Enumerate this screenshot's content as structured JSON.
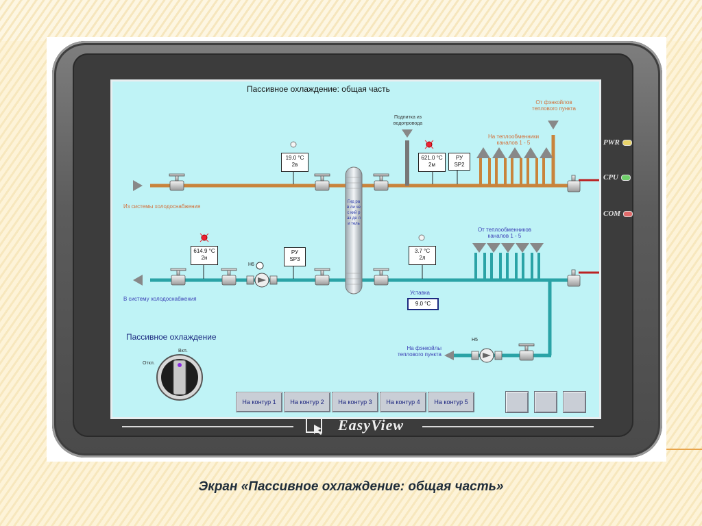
{
  "caption": "Экран «Пассивное охлаждение: общая часть»",
  "device": {
    "brand": "EasyView",
    "leds": [
      {
        "label": "PWR",
        "color": "#e8d36a"
      },
      {
        "label": "CPU",
        "color": "#6fcf6a"
      },
      {
        "label": "COM",
        "color": "#e06a6a"
      }
    ]
  },
  "screen": {
    "title": "Пассивное охлаждение: общая часть",
    "supply_from": "Из системы холодоснабжения",
    "return_to": "В систему холодоснабжения",
    "makeup": "Подпитка из водопровода",
    "to_exchangers": "На теплообменники каналов 1 - 5",
    "from_fancoils": "От фэнкойлов теплового пункта",
    "from_exchangers": "От теплообменников каналов 1 - 5",
    "to_fancoils": "На фэнкойлы теплового пункта",
    "separator": "Гид рав ли чес кий раз де ли тель",
    "sensors": {
      "s2v": {
        "value": "19.0 °C",
        "tag": "2в"
      },
      "s2m": {
        "value": "621.0 °C",
        "tag": "2м"
      },
      "s2n": {
        "value": "614.9 °C",
        "tag": "2н"
      },
      "s2l": {
        "value": "3.7 °C",
        "tag": "2л"
      }
    },
    "regulators": {
      "sp2": {
        "line1": "РУ",
        "line2": "SP2"
      },
      "sp3": {
        "line1": "РУ",
        "line2": "SP3"
      }
    },
    "pumps": {
      "n6": "Н6",
      "n5": "Н5"
    },
    "setpoint": {
      "label": "Уставка",
      "value": "9.0 °C"
    },
    "passive": {
      "heading": "Пассивное охлаждение",
      "on_label": "Вкл.",
      "off_label": "Откл."
    },
    "nav_buttons": [
      "На контур 1",
      "На контур 2",
      "На контур 3",
      "На контур 4",
      "На контур 5"
    ],
    "colors": {
      "supply_pipe": "#c8843c",
      "return_pipe": "#2aa3a6",
      "screen_bg": "#bff3f6"
    }
  }
}
